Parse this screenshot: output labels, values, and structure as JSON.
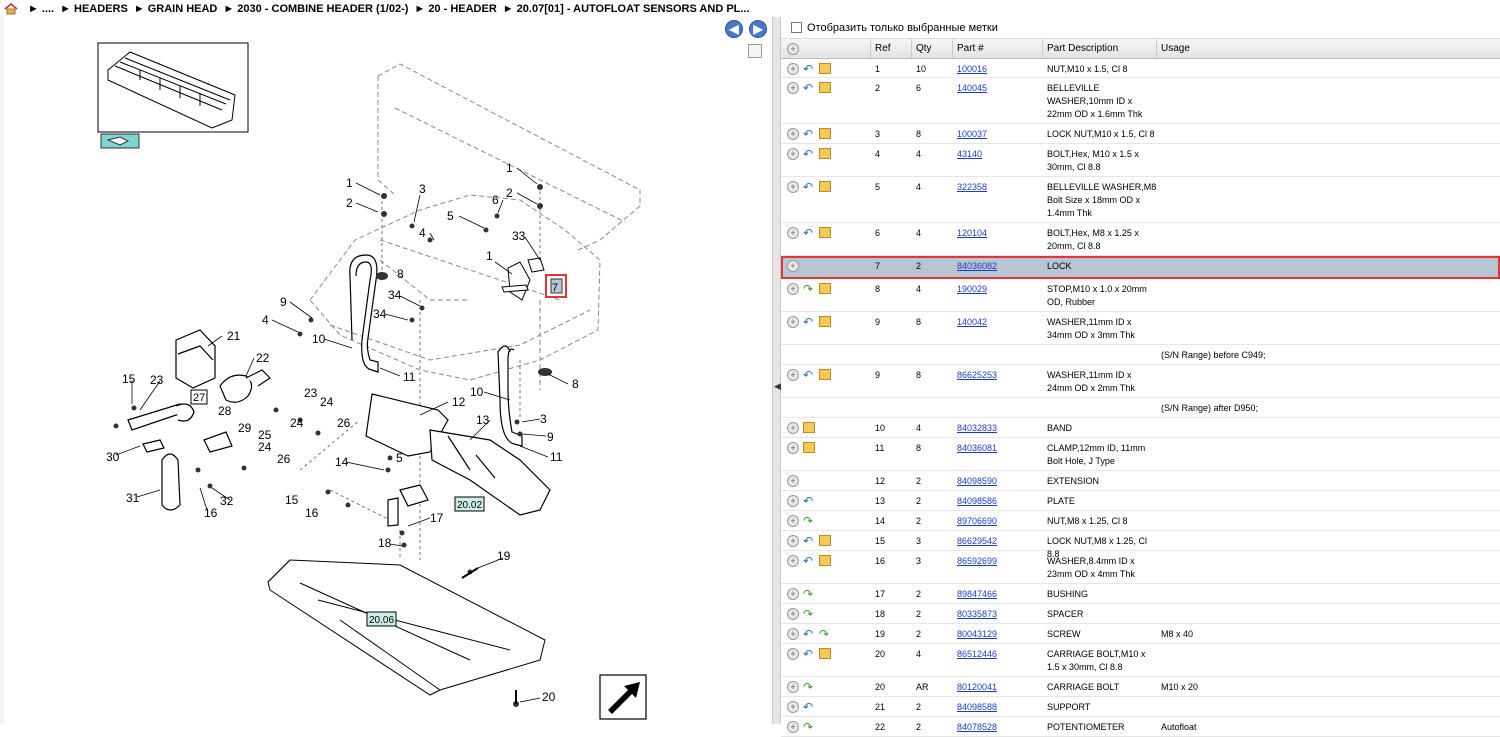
{
  "breadcrumb": {
    "items": [
      "....",
      "HEADERS",
      "GRAIN HEAD",
      "2030 - COMBINE HEADER (1/02-)",
      "20 - HEADER",
      "20.07[01] - AUTOFLOAT SENSORS AND PL..."
    ]
  },
  "nav": {
    "prev_icon": "arrow-left-icon",
    "next_icon": "arrow-right-icon"
  },
  "filter": {
    "label": "Отобразить только выбранные метки"
  },
  "table": {
    "headers": {
      "ref": "Ref",
      "qty": "Qty",
      "part": "Part #",
      "desc": "Part Description",
      "usage": "Usage"
    },
    "rows": [
      {
        "ref": "1",
        "qty": "10",
        "part": "100016",
        "desc": "NUT,M10 x 1.5, Cl 8",
        "usage": "",
        "icons": [
          "back",
          "box"
        ]
      },
      {
        "ref": "2",
        "qty": "6",
        "part": "140045",
        "desc": "BELLEVILLE WASHER,10mm ID x 22mm OD x 1.6mm Thk",
        "usage": "",
        "icons": [
          "back",
          "box"
        ]
      },
      {
        "ref": "3",
        "qty": "8",
        "part": "100037",
        "desc": "LOCK NUT,M10 x 1.5, Cl 8",
        "usage": "",
        "icons": [
          "back",
          "box"
        ]
      },
      {
        "ref": "4",
        "qty": "4",
        "part": "43140",
        "desc": "BOLT,Hex, M10 x 1.5 x 30mm, Cl 8.8",
        "usage": "",
        "icons": [
          "back",
          "box"
        ]
      },
      {
        "ref": "5",
        "qty": "4",
        "part": "322358",
        "desc": "BELLEVILLE WASHER,M8 Bolt Size x 18mm OD x 1.4mm Thk",
        "usage": "",
        "icons": [
          "back",
          "box"
        ]
      },
      {
        "ref": "6",
        "qty": "4",
        "part": "120104",
        "desc": "BOLT,Hex, M8 x 1.25 x 20mm, Cl 8.8",
        "usage": "",
        "icons": [
          "back",
          "box"
        ]
      },
      {
        "ref": "7",
        "qty": "2",
        "part": "84036082",
        "desc": "LOCK",
        "usage": "",
        "icons": [],
        "selected": true
      },
      {
        "ref": "8",
        "qty": "4",
        "part": "190029",
        "desc": "STOP,M10 x 1.0 x 20mm OD, Rubber",
        "usage": "",
        "icons": [
          "fwd",
          "box"
        ]
      },
      {
        "ref": "9",
        "qty": "8",
        "part": "140042",
        "desc": "WASHER,11mm ID x 34mm OD x 3mm Thk",
        "usage": "",
        "icons": [
          "back",
          "box"
        ]
      },
      {
        "note": "(S/N Range) before C949;"
      },
      {
        "ref": "9",
        "qty": "8",
        "part": "86625253",
        "desc": "WASHER,11mm ID x 24mm OD x 2mm Thk",
        "usage": "",
        "icons": [
          "back",
          "box"
        ]
      },
      {
        "note": "(S/N Range) after D950;"
      },
      {
        "ref": "10",
        "qty": "4",
        "part": "84032833",
        "desc": "BAND",
        "usage": "",
        "icons": [
          "box"
        ]
      },
      {
        "ref": "11",
        "qty": "8",
        "part": "84036081",
        "desc": "CLAMP,12mm ID, 11mm Bolt Hole, J Type",
        "usage": "",
        "icons": [
          "box"
        ]
      },
      {
        "ref": "12",
        "qty": "2",
        "part": "84098590",
        "desc": "EXTENSION",
        "usage": "",
        "icons": []
      },
      {
        "ref": "13",
        "qty": "2",
        "part": "84098586",
        "desc": "PLATE",
        "usage": "",
        "icons": [
          "back"
        ]
      },
      {
        "ref": "14",
        "qty": "2",
        "part": "89706690",
        "desc": "NUT,M8 x 1.25, Cl 8",
        "usage": "",
        "icons": [
          "fwd"
        ]
      },
      {
        "ref": "15",
        "qty": "3",
        "part": "86629542",
        "desc": "LOCK NUT,M8 x 1.25, Cl 8.8",
        "usage": "",
        "icons": [
          "back",
          "box"
        ]
      },
      {
        "ref": "16",
        "qty": "3",
        "part": "86592699",
        "desc": "WASHER,8.4mm ID x 23mm OD x 4mm Thk",
        "usage": "",
        "icons": [
          "back",
          "box"
        ]
      },
      {
        "ref": "17",
        "qty": "2",
        "part": "89847466",
        "desc": "BUSHING",
        "usage": "",
        "icons": [
          "fwd"
        ]
      },
      {
        "ref": "18",
        "qty": "2",
        "part": "80335873",
        "desc": "SPACER",
        "usage": "",
        "icons": [
          "fwd"
        ]
      },
      {
        "ref": "19",
        "qty": "2",
        "part": "80043129",
        "desc": "SCREW",
        "usage": "M8 x 40",
        "icons": [
          "back",
          "fwd"
        ]
      },
      {
        "ref": "20",
        "qty": "4",
        "part": "86512446",
        "desc": "CARRIAGE BOLT,M10 x 1.5 x 30mm, Cl 8.8",
        "usage": "",
        "icons": [
          "back",
          "box"
        ]
      },
      {
        "ref": "20",
        "qty": "AR",
        "part": "80120041",
        "desc": "CARRIAGE BOLT",
        "usage": "M10 x 20",
        "icons": [
          "fwd"
        ]
      },
      {
        "ref": "21",
        "qty": "2",
        "part": "84098588",
        "desc": "SUPPORT",
        "usage": "",
        "icons": [
          "back"
        ]
      },
      {
        "ref": "22",
        "qty": "2",
        "part": "84078528",
        "desc": "POTENTIOMETER",
        "usage": "Autofloat",
        "icons": [
          "fwd"
        ]
      }
    ]
  },
  "diagram": {
    "ref_boxes": [
      "27",
      "7",
      "20.02",
      "20.06"
    ],
    "callouts": [
      "1",
      "2",
      "3",
      "1",
      "2",
      "4",
      "5",
      "6",
      "33",
      "1",
      "8",
      "9",
      "4",
      "10",
      "34",
      "34",
      "21",
      "22",
      "11",
      "15",
      "23",
      "23",
      "24",
      "28",
      "29",
      "25",
      "24",
      "26",
      "30",
      "24",
      "26",
      "31",
      "16",
      "32",
      "12",
      "13",
      "10",
      "3",
      "9",
      "11",
      "8",
      "14",
      "5",
      "15",
      "16",
      "17",
      "18",
      "19",
      "20"
    ]
  }
}
